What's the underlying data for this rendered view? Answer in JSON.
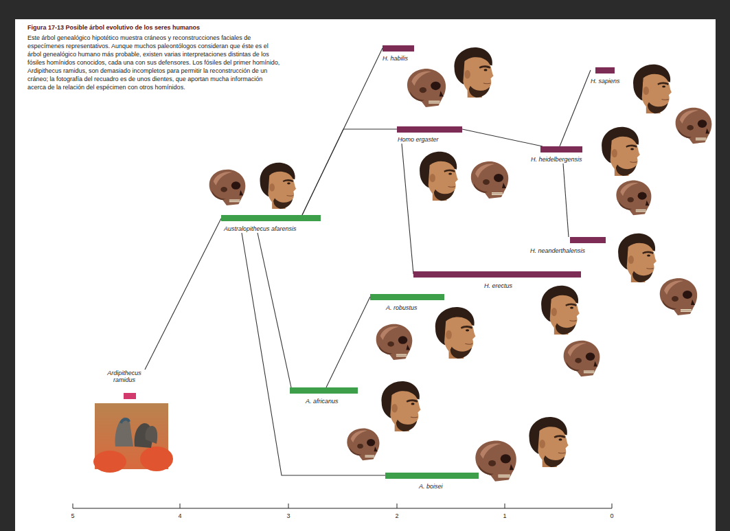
{
  "diagram": {
    "title": "Figura 17-13 Posible árbol evolutivo de los seres humanos",
    "caption": "Este árbol genealógico hipotético muestra cráneos y reconstrucciones faciales de especímenes representativos. Aunque muchos paleontólogos consideran que éste es el árbol genealógico humano más probable, existen varias interpretaciones distintas de los fósiles homínidos conocidos, cada una con sus defensores. Los fósiles del primer homínido, Ardipithecus ramidus, son demasiado incompletos para permitir la reconstrucción de un cráneo; la fotografía del recuadro es de unos dientes, que aportan mucha información acerca de la relación del espécimen con otros homínidos.",
    "nodes": [
      {
        "text": [
          "Ardipithecus ramidus"
        ]
      },
      {
        "text": [
          "Australopithecus afarensis"
        ]
      },
      {
        "text": [
          "H. habilis"
        ]
      },
      {
        "text": [
          "Homo ergaster"
        ]
      },
      {
        "text": [
          "H. heidelbergensis"
        ]
      },
      {
        "text": [
          "H. sapiens"
        ]
      },
      {
        "text": [
          "H. neanderthalensis"
        ]
      },
      {
        "text": [
          "H. erectus"
        ]
      },
      {
        "text": [
          "A. robustus"
        ]
      },
      {
        "text": [
          "A. africanus"
        ]
      },
      {
        "text": [
          "A. boisei"
        ]
      }
    ],
    "edges": [
      {
        "from": 0,
        "to": 1,
        "arrow": "none"
      },
      {
        "from": 1,
        "to": 2,
        "arrow": "none"
      },
      {
        "from": 1,
        "to": 3,
        "arrow": "none"
      },
      {
        "from": 3,
        "to": 4,
        "arrow": "none"
      },
      {
        "from": 3,
        "to": 7,
        "arrow": "none"
      },
      {
        "from": 4,
        "to": 5,
        "arrow": "none"
      },
      {
        "from": 4,
        "to": 6,
        "arrow": "none"
      },
      {
        "from": 1,
        "to": 9,
        "arrow": "none"
      },
      {
        "from": 1,
        "to": 10,
        "arrow": "none"
      },
      {
        "from": 9,
        "to": 8,
        "arrow": "none"
      }
    ],
    "labels": [
      "5",
      "4",
      "3",
      "2",
      "1",
      "0"
    ]
  }
}
